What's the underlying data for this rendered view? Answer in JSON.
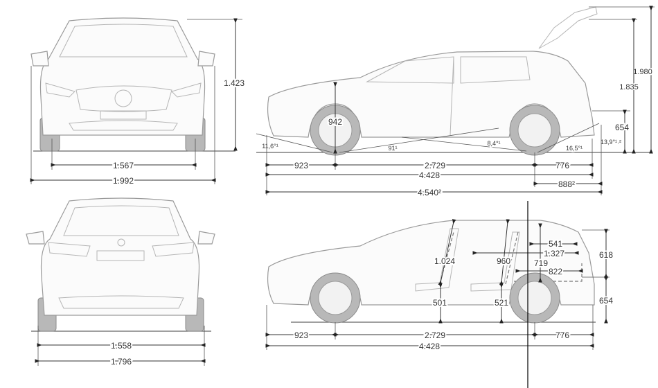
{
  "front_view": {
    "height": "1.423",
    "track": "1.567",
    "width_mirrors": "1.992"
  },
  "rear_view": {
    "track": "1.558",
    "width": "1.796"
  },
  "side_view": {
    "height_open_tailgate": "1.980",
    "tailgate_height": "1.835",
    "load_sill_height": "654",
    "front_wheel_height": "942",
    "approach_angle": "11,6°¹",
    "ground_clearance": "91¹",
    "ramp_angle": "8,4°¹",
    "departure_angle": "16,5°¹",
    "departure_angle_2": "13,9°¹˒²",
    "front_overhang": "923",
    "wheelbase": "2.729",
    "rear_overhang": "776",
    "length": "4.428",
    "rear_overhang_hitch": "888²",
    "length_hitch": "4.540²"
  },
  "interior_view": {
    "front_headroom": "1.024",
    "rear_headroom": "960",
    "boot_height": "719",
    "boot_length_top": "541",
    "boot_length_folded": "1.327",
    "boot_length_floor": "822",
    "opening_height": "618",
    "sill_height": "654",
    "front_seat_height": "501",
    "rear_seat_height": "521",
    "front_overhang": "923",
    "wheelbase": "2.729",
    "rear_overhang": "776",
    "length": "4.428"
  }
}
